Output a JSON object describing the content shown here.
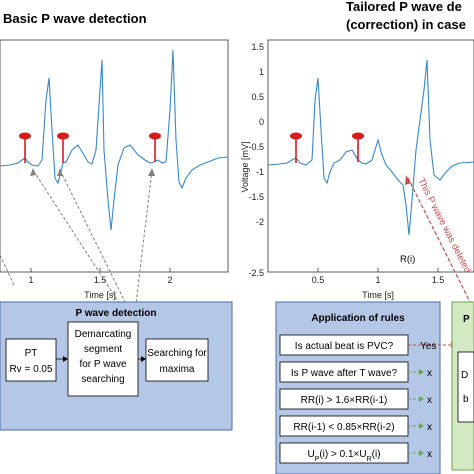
{
  "figure": {
    "left_title": "Basic P wave detection",
    "right_title_line1": "Tailored P wave de",
    "right_title_line2": "(correction) in case",
    "left_xlabel": "Time [s]",
    "right_xlabel": "Time [s]",
    "right_ylabel": "Voltage [mV]",
    "ri_label": "R(i)",
    "deleted_annotation": "This P wave was deleted",
    "left_xticks": [
      "1",
      "1.5",
      "2"
    ],
    "right_xticks": [
      "0.5",
      "1",
      "1.5"
    ],
    "right_yticks": [
      "1.5",
      "1",
      "0.5",
      "0",
      "-0.5",
      "-1",
      "-1.5",
      "-2",
      "-2.5"
    ]
  },
  "pwave_box": {
    "title": "P wave detection",
    "pt_line1": "PT",
    "pt_line2": "Rv = 0.05",
    "demarc_line1": "Demarcating",
    "demarc_line2": "segment",
    "demarc_line3": "for P wave",
    "demarc_line4": "searching",
    "search_line1": "Searching for",
    "search_line2": "maxima"
  },
  "rules_box": {
    "title": "Application of rules",
    "rule1": "Is actual beat is PVC?",
    "rule2": "Is P wave after T wave?",
    "rule3": "RR(i) > 1.6×RR(i-1)",
    "rule4": "RR(i-1) < 0.85×RR(i-2)",
    "rule5_main": "U",
    "rule5_sub1": "P",
    "rule5_mid": "(i) > 0.1×U",
    "rule5_sub2": "R",
    "rule5_end": "(i)",
    "yes_label": "Yes",
    "x_label": "x"
  },
  "side_box": {
    "line1": "P",
    "line2": "D",
    "line3": "b"
  },
  "colors": {
    "ecg": "#3a86c8",
    "marker": "#d81b1b",
    "box_fill": "#b4c7e7",
    "box_border": "#4a6fa5",
    "green_fill": "#d5e8c4",
    "green_border": "#6aa84f",
    "arrow_gray": "#808080",
    "arrow_orange": "#c0504d"
  }
}
